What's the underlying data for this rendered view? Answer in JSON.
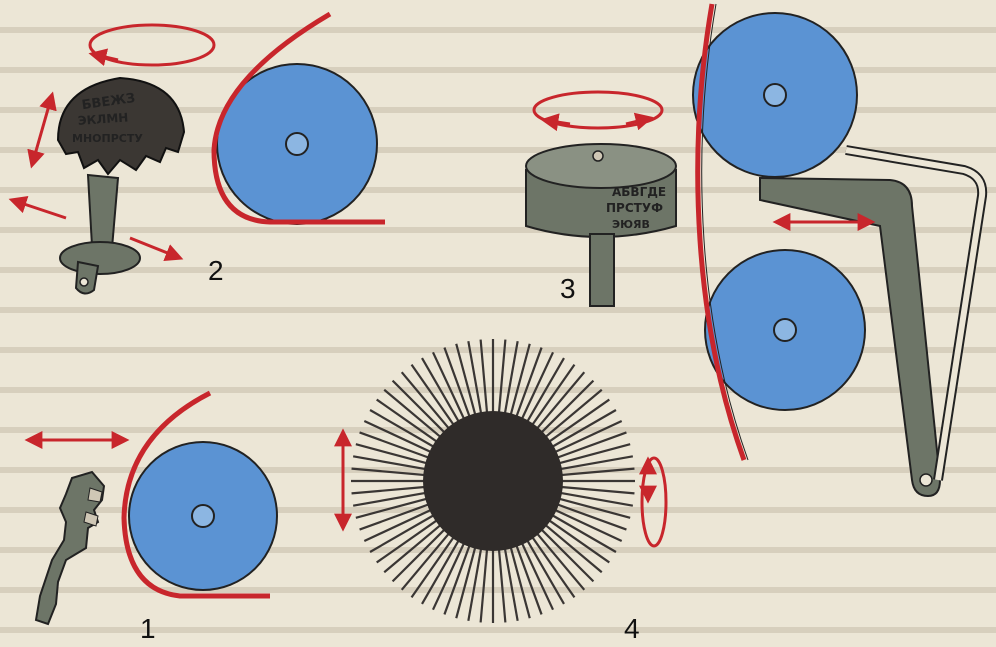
{
  "labels": {
    "fig1": "1",
    "fig2": "2",
    "fig3": "3",
    "fig4": "4"
  },
  "embossed": {
    "ball_line1": "БВЕЖЗ",
    "ball_line2": "ЭКЛМН",
    "ball_line3": "МНОПРСТУ",
    "drum_line1": "АБВГДЕ",
    "drum_line2": "ПРСТУФ",
    "drum_line3": "ЭЮЯВ"
  },
  "colors": {
    "roller": "#5b93d3",
    "paper": "#c8262c",
    "arrow": "#c8262c",
    "metal": "#6d7567",
    "print_wheel": "#2f2b29",
    "background": "#ece6d6"
  }
}
